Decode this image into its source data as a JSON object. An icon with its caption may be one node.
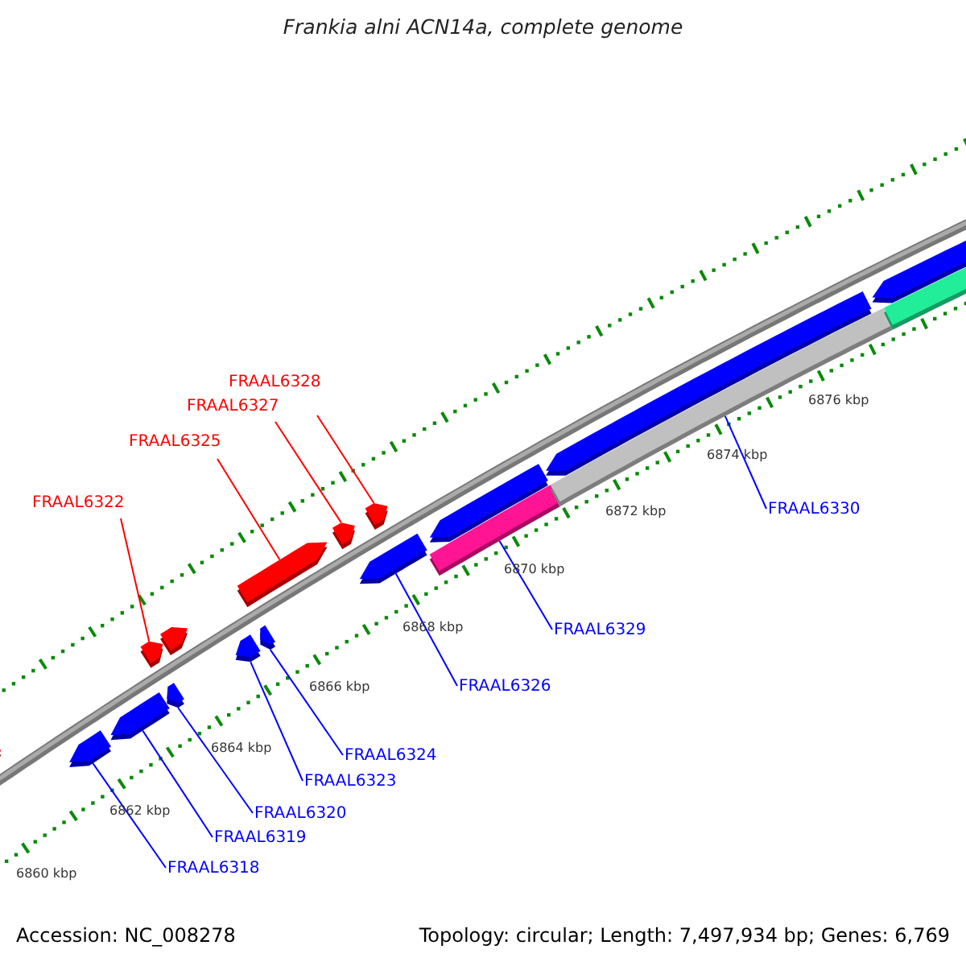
{
  "diagram": {
    "title": "Frankia alni ACN14a, complete genome",
    "nodes": [
      {
        "text": [
          "FRAAL6328"
        ]
      },
      {
        "text": [
          "FRAAL6327"
        ]
      },
      {
        "text": [
          "FRAAL6325"
        ]
      },
      {
        "text": [
          "FRAAL6322"
        ]
      },
      {
        "text": [
          "FRAAL6330"
        ]
      },
      {
        "text": [
          "FRAAL6329"
        ]
      },
      {
        "text": [
          "FRAAL6326"
        ]
      },
      {
        "text": [
          "FRAAL6324"
        ]
      },
      {
        "text": [
          "FRAAL6323"
        ]
      },
      {
        "text": [
          "FRAAL6320"
        ]
      },
      {
        "text": [
          "FRAAL6319"
        ]
      },
      {
        "text": [
          "FRAAL6318"
        ]
      },
      {
        "text": [],
        "shape": "pentagon"
      },
      {
        "text": [],
        "shape": "pentagon"
      },
      {
        "text": [],
        "shape": "pentagon"
      },
      {
        "text": [],
        "shape": "pentagon"
      },
      {
        "text": [],
        "shape": "pentagon"
      },
      {
        "text": [],
        "shape": "pentagon"
      },
      {
        "text": [],
        "shape": "pentagon"
      },
      {
        "text": [],
        "shape": "pentagon"
      },
      {
        "text": [],
        "shape": "pentagon"
      },
      {
        "text": [],
        "shape": "pentagon"
      },
      {
        "text": [],
        "shape": "pentagon"
      },
      {
        "text": [],
        "shape": "pentagon"
      },
      {
        "text": [],
        "shape": "bar"
      },
      {
        "text": [],
        "shape": "pentagon"
      },
      {
        "text": [],
        "shape": "bar"
      },
      {
        "text": [],
        "shape": "pentagon"
      },
      {
        "text": [],
        "shape": "pentagon"
      },
      {
        "text": [],
        "shape": "bar"
      }
    ],
    "edges": [
      {
        "from": 0,
        "to": 23,
        "arrow": "none",
        "color": "#ff0000"
      },
      {
        "from": 1,
        "to": 22,
        "arrow": "none",
        "color": "#ff0000"
      },
      {
        "from": 2,
        "to": 20,
        "arrow": "none",
        "color": "#ff0000"
      },
      {
        "from": 3,
        "to": 16,
        "arrow": "none",
        "color": "#ff0000"
      },
      {
        "from": 4,
        "to": 26,
        "arrow": "none"
      },
      {
        "from": 5,
        "to": 24,
        "arrow": "none"
      },
      {
        "from": 6,
        "to": 21,
        "arrow": "none"
      },
      {
        "from": 7,
        "to": 19,
        "arrow": "none"
      },
      {
        "from": 8,
        "to": 18,
        "arrow": "none"
      },
      {
        "from": 9,
        "to": 15,
        "arrow": "none"
      },
      {
        "from": 10,
        "to": 14,
        "arrow": "none"
      },
      {
        "from": 11,
        "to": 13,
        "arrow": "none"
      }
    ],
    "labels": [
      "6876 kbp",
      "6874 kbp",
      "6872 kbp",
      "6870 kbp",
      "6868 kbp",
      "6866 kbp",
      "6864 kbp",
      "6862 kbp",
      "6860 kbp",
      "Accession: NC_008278",
      "Topology: circular; Length: 7,497,934 bp; Genes: 6,769"
    ]
  }
}
